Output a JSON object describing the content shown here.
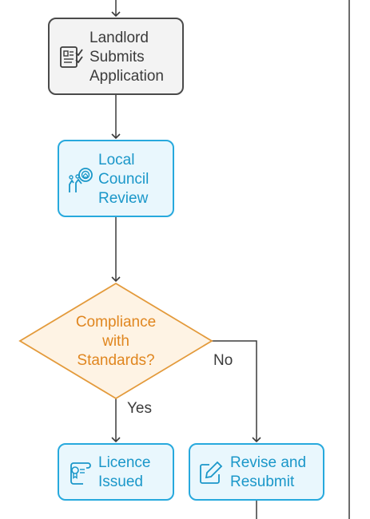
{
  "nodes": {
    "submit": {
      "line1": "Landlord",
      "line2": "Submits",
      "line3": "Application"
    },
    "review": {
      "line1": "Local",
      "line2": "Council",
      "line3": "Review"
    },
    "decision": {
      "line1": "Compliance",
      "line2": "with",
      "line3": "Standards?"
    },
    "issued": {
      "line1": "Licence",
      "line2": "Issued"
    },
    "revise": {
      "line1": "Revise and",
      "line2": "Resubmit"
    }
  },
  "edges": {
    "yes_label": "Yes",
    "no_label": "No"
  },
  "icons": {
    "submit": "application-form-icon",
    "review": "council-review-icon",
    "issued": "certificate-icon",
    "revise": "edit-icon"
  },
  "colors": {
    "grey_border": "#4a4a4a",
    "grey_fill": "#f3f3f3",
    "blue_border": "#27a9dd",
    "blue_fill": "#e9f7fd",
    "blue_text": "#1a97c9",
    "orange_border": "#e39a3b",
    "orange_fill": "#fef3e4",
    "orange_text": "#e0861f",
    "line": "#3b3b3b"
  }
}
